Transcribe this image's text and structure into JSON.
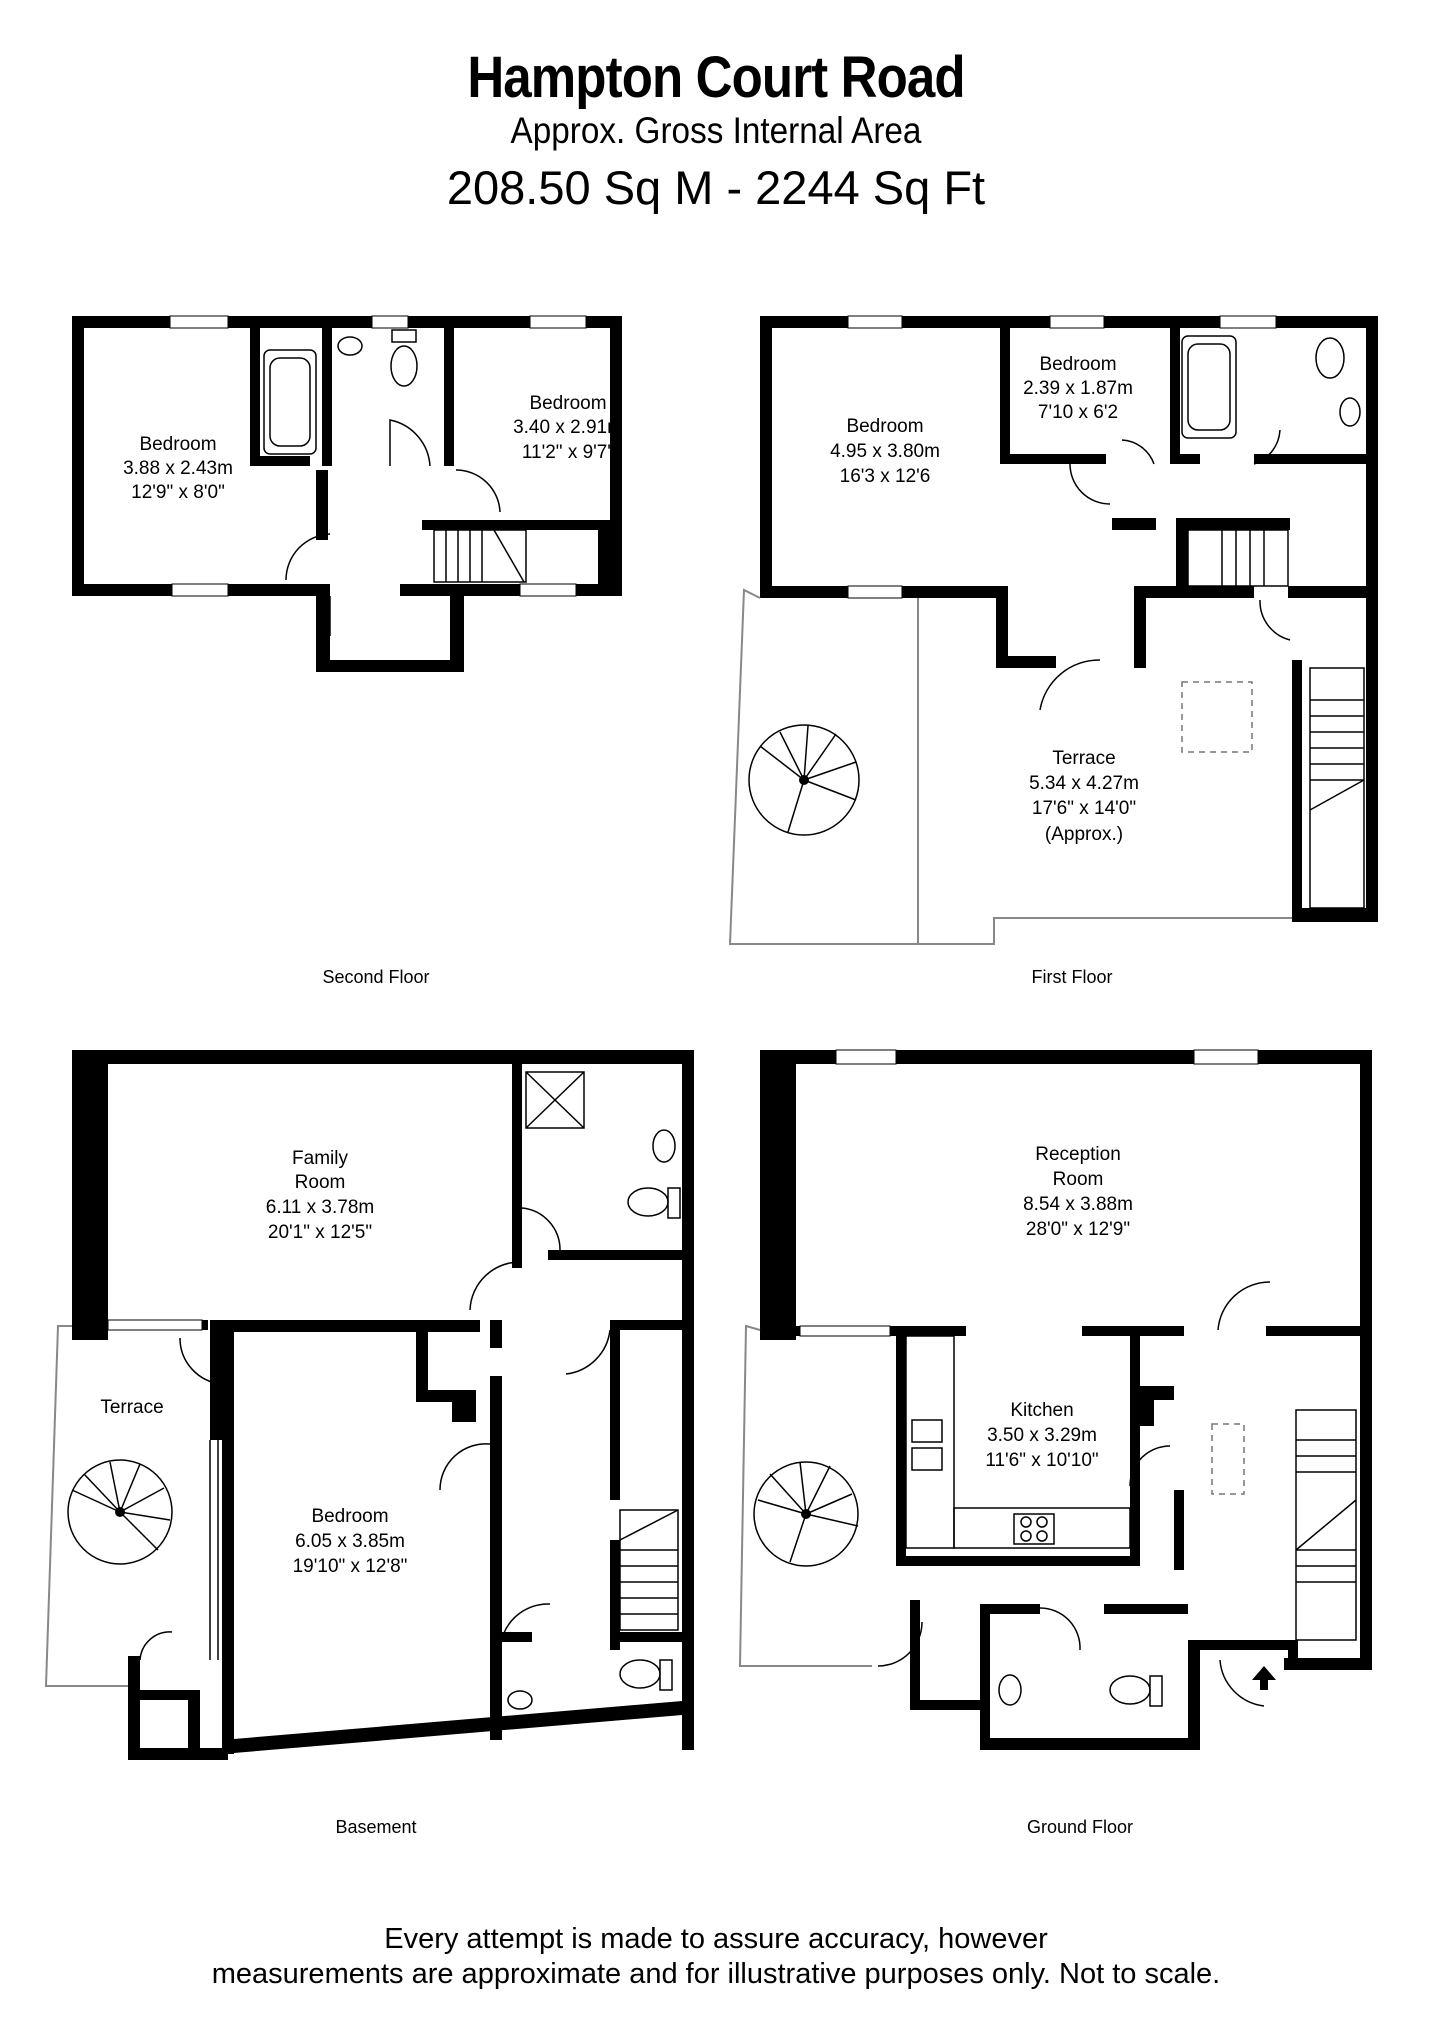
{
  "header": {
    "title": "Hampton Court Road",
    "subtitle": "Approx. Gross Internal Area",
    "area": "208.50 Sq M - 2244 Sq Ft"
  },
  "floors": {
    "second": {
      "name": "Second Floor",
      "rooms": [
        {
          "name": "Bedroom",
          "metric": "3.88 x 2.43m",
          "imperial": "12'9\" x 8'0\""
        },
        {
          "name": "Bedroom",
          "metric": "3.40 x 2.91m",
          "imperial": "11'2\" x 9'7\""
        }
      ]
    },
    "first": {
      "name": "First Floor",
      "rooms": [
        {
          "name": "Bedroom",
          "metric": "4.95 x 3.80m",
          "imperial": "16'3 x 12'6"
        },
        {
          "name": "Bedroom",
          "metric": "2.39 x 1.87m",
          "imperial": "7'10 x 6'2"
        },
        {
          "name": "Terrace",
          "metric": "5.34 x 4.27m",
          "imperial": "17'6\" x 14'0\"",
          "note": "(Approx.)"
        }
      ]
    },
    "basement": {
      "name": "Basement",
      "rooms": [
        {
          "name": "Family",
          "name2": "Room",
          "metric": "6.11 x 3.78m",
          "imperial": "20'1\" x 12'5\""
        },
        {
          "name": "Terrace"
        },
        {
          "name": "Bedroom",
          "metric": "6.05 x 3.85m",
          "imperial": "19'10\" x 12'8\""
        }
      ]
    },
    "ground": {
      "name": "Ground Floor",
      "rooms": [
        {
          "name": "Reception",
          "name2": "Room",
          "metric": "8.54 x 3.88m",
          "imperial": "28'0\" x 12'9\""
        },
        {
          "name": "Kitchen",
          "metric": "3.50 x 3.29m",
          "imperial": "11'6\" x 10'10\""
        }
      ]
    }
  },
  "footer": {
    "line1": "Every attempt is made to assure accuracy, however",
    "line2": "measurements are approximate and for illustrative purposes only. Not to scale."
  }
}
